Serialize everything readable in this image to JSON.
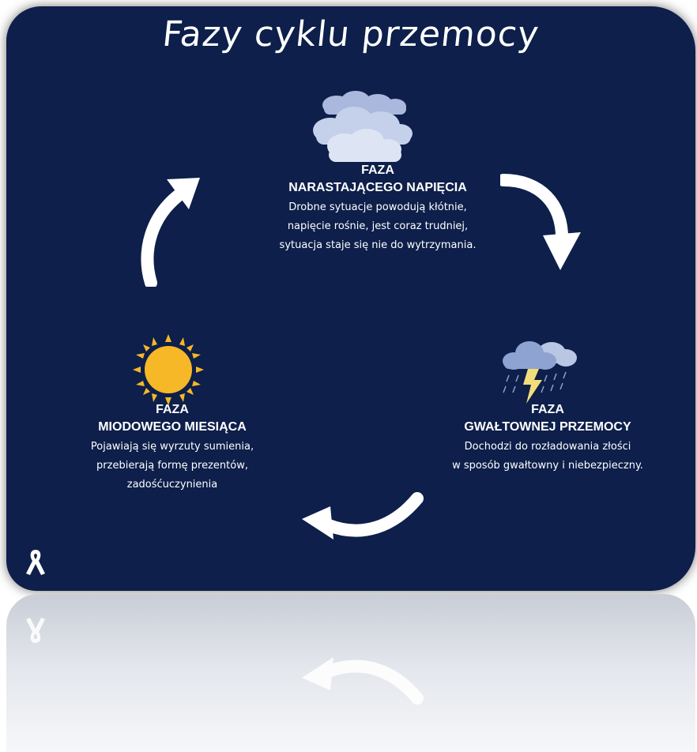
{
  "title": "Fazy cyklu przemocy",
  "phases": {
    "top": {
      "line1": "FAZA",
      "line2": "NARASTAJĄCEGO NAPIĘCIA",
      "desc": [
        "Drobne sytuacje powodują kłótnie,",
        "napięcie rośnie, jest coraz trudniej,",
        "sytuacja staje się nie do wytrzymania."
      ]
    },
    "right": {
      "line1": "FAZA",
      "line2": "GWAŁTOWNEJ PRZEMOCY",
      "desc": [
        "Dochodzi do rozładowania złości",
        "w sposób gwałtowny i niebezpieczny."
      ]
    },
    "left": {
      "line1": "FAZA",
      "line2": "MIODOWEGO MIESIĄCA",
      "desc": [
        "Pojawiają się wyrzuty sumienia,",
        "przebierają formę prezentów,",
        "zadośćuczynienia"
      ]
    }
  },
  "icons": {
    "top": "cloud-icon",
    "right": "storm-icon",
    "left": "sun-icon",
    "corner": "awareness-ribbon-icon"
  },
  "colors": {
    "background": "#0d1f4a",
    "text": "#ffffff",
    "sun": "#f6b826",
    "cloud": "#b9c6e4"
  }
}
